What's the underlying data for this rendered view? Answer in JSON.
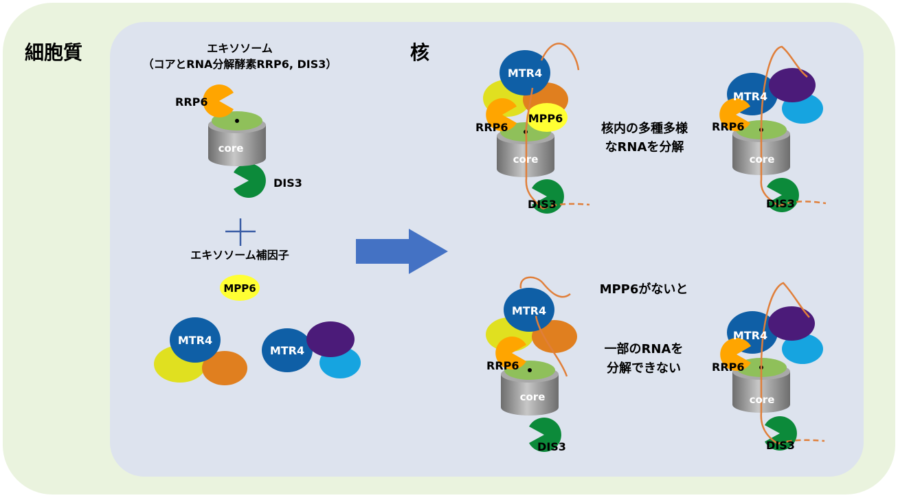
{
  "cytoplasm_label": "細胞質",
  "nucleus_label": "核",
  "exosome_title": "エキソソーム",
  "exosome_subtitle": "（コアとRNA分解酵素RRP6, DIS3）",
  "plus_sign": "＋",
  "cofactor_title": "エキソソーム補因子",
  "labels": {
    "core": "core",
    "rrp6": "RRP6",
    "dis3": "DIS3",
    "mpp6": "MPP6",
    "mtr4": "MTR4"
  },
  "result_top": [
    "核内の多種多様",
    "なRNAを分解"
  ],
  "result_bottom_condition": "MPP6がないと",
  "result_bottom": [
    "一部のRNAを",
    "分解できない"
  ],
  "colors": {
    "cytoplasm_bg": "#eaf3de",
    "nucleus_bg": "#dde3ee",
    "rrp6": "#ffa500",
    "dis3": "#0c8a3a",
    "core_ring": "#8fc05a",
    "mtr4": "#0f5fa6",
    "yellow_subunit": "#e0e020",
    "orange_subunit": "#e07f1f",
    "purple_subunit": "#4b1b79",
    "cyan_subunit": "#16a4e0",
    "mpp6": "#ffff33",
    "rna": "#e07f3a",
    "arrow": "#4472c4"
  }
}
